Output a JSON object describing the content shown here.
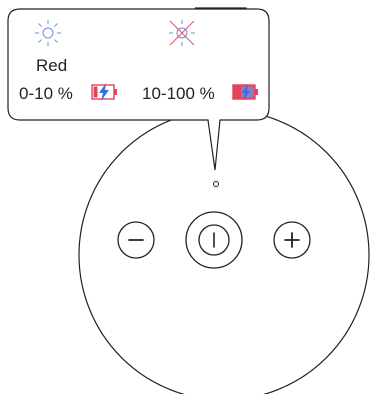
{
  "callout": {
    "mode_label": "Red",
    "states": [
      {
        "range": "0-10 %",
        "light_icon": "light-on-icon",
        "battery_icon": "battery-charging-icon"
      },
      {
        "range": "10-100 %",
        "light_icon": "light-off-icon",
        "battery_icon": "battery-charging-full-icon"
      }
    ]
  },
  "buttons": [
    {
      "name": "minus-button",
      "icon": "minus-icon"
    },
    {
      "name": "power-button",
      "icon": "power-icon"
    },
    {
      "name": "plus-button",
      "icon": "plus-icon"
    }
  ],
  "colors": {
    "outline": "#222222",
    "light_icon": "#6f8fd8",
    "light_off_icon": "#e25a6e",
    "bolt_blue": "#3a6fe0",
    "battery_red": "#e2455a",
    "battery_fill_purple": "#8c7cc8"
  }
}
